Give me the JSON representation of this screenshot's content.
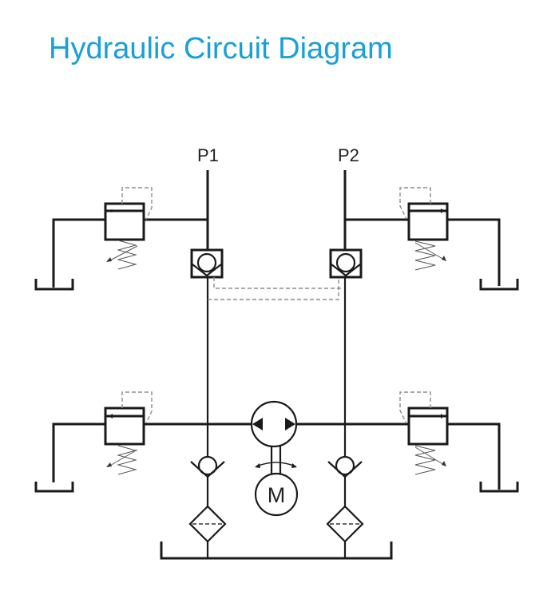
{
  "title": "Hydraulic Circuit Diagram",
  "colors": {
    "title": "#1aa0d8",
    "lines": "#1a1a1a",
    "pilot_lines": "#8c8c8c"
  },
  "ports": [
    {
      "id": "p1",
      "label": "P1"
    },
    {
      "id": "p2",
      "label": "P2"
    }
  ],
  "components": {
    "relief_valves": [
      "top-left",
      "top-right",
      "bottom-left",
      "bottom-right"
    ],
    "pilot_check_valves": [
      "left",
      "right"
    ],
    "suction_check_valves": [
      "left",
      "right"
    ],
    "filters": [
      "left",
      "right"
    ],
    "pump": "bidirectional-pump",
    "motor": {
      "label": "M"
    },
    "tanks": [
      "top-left",
      "top-right",
      "bottom-left",
      "bottom-right",
      "main"
    ]
  }
}
